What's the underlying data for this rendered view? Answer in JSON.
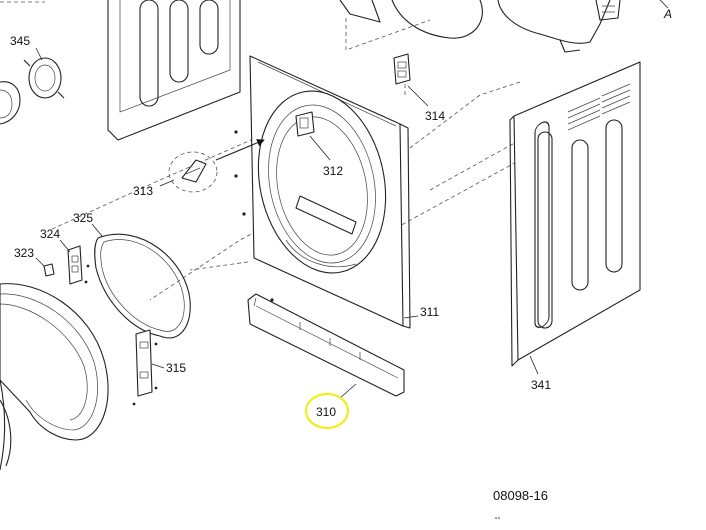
{
  "diagram": {
    "corner_letter": "A",
    "reference_code": "08098-16",
    "parts": [
      {
        "id": "part-345",
        "label": "345"
      },
      {
        "id": "part-314",
        "label": "314"
      },
      {
        "id": "part-312",
        "label": "312"
      },
      {
        "id": "part-313",
        "label": "313"
      },
      {
        "id": "part-325",
        "label": "325"
      },
      {
        "id": "part-324",
        "label": "324"
      },
      {
        "id": "part-323",
        "label": "323"
      },
      {
        "id": "part-311",
        "label": "311"
      },
      {
        "id": "part-315",
        "label": "315"
      },
      {
        "id": "part-341",
        "label": "341"
      },
      {
        "id": "part-310",
        "label": "310",
        "highlighted": true
      }
    ],
    "highlight_color": "#f2ec1b"
  }
}
